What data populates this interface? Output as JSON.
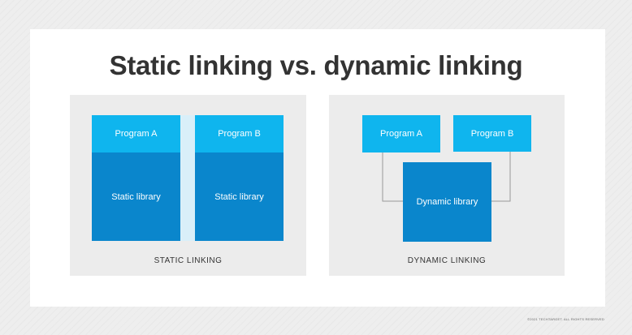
{
  "title": "Static linking vs. dynamic linking",
  "static_section": {
    "caption": "STATIC LINKING",
    "program_a": "Program A",
    "program_b": "Program B",
    "library_a": "Static library",
    "library_b": "Static library"
  },
  "dynamic_section": {
    "caption": "DYNAMIC LINKING",
    "program_a": "Program A",
    "program_b": "Program B",
    "library": "Dynamic library"
  },
  "footer": {
    "copyright": "©2021 TECHTARGET. ALL RIGHTS RESERVED"
  },
  "colors": {
    "program": "#0fb5ee",
    "library": "#0a86cc",
    "background": "#eeeeee",
    "panel": "#ececec"
  }
}
